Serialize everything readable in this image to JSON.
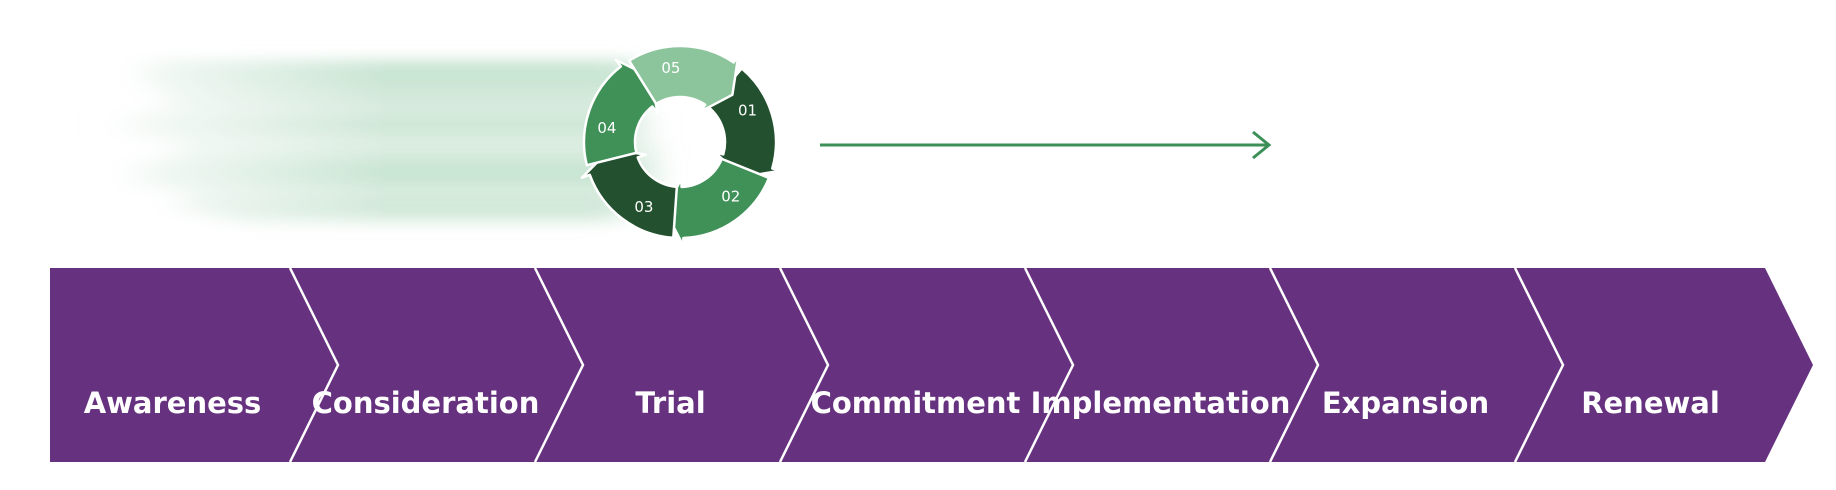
{
  "colors": {
    "segment_fill": "#66317f",
    "segment_divider": "#ffffff",
    "arrow_line": "#3c8f56",
    "cycle_dark": "#23512f",
    "cycle_mid": "#3f9158",
    "cycle_light": "#8cc59b",
    "motion_blur": "#9fcfb0"
  },
  "cycle": {
    "icon": "cycle-arrows-icon",
    "steps": [
      {
        "label": "01",
        "shade": "dark"
      },
      {
        "label": "02",
        "shade": "mid"
      },
      {
        "label": "03",
        "shade": "dark"
      },
      {
        "label": "04",
        "shade": "mid"
      },
      {
        "label": "05",
        "shade": "light"
      }
    ]
  },
  "progress_arrow": {
    "icon": "right-arrow-icon"
  },
  "stages": [
    {
      "label": "Awareness"
    },
    {
      "label": "Consideration"
    },
    {
      "label": "Trial"
    },
    {
      "label": "Commitment"
    },
    {
      "label": "Implementation"
    },
    {
      "label": "Expansion"
    },
    {
      "label": "Renewal"
    }
  ]
}
